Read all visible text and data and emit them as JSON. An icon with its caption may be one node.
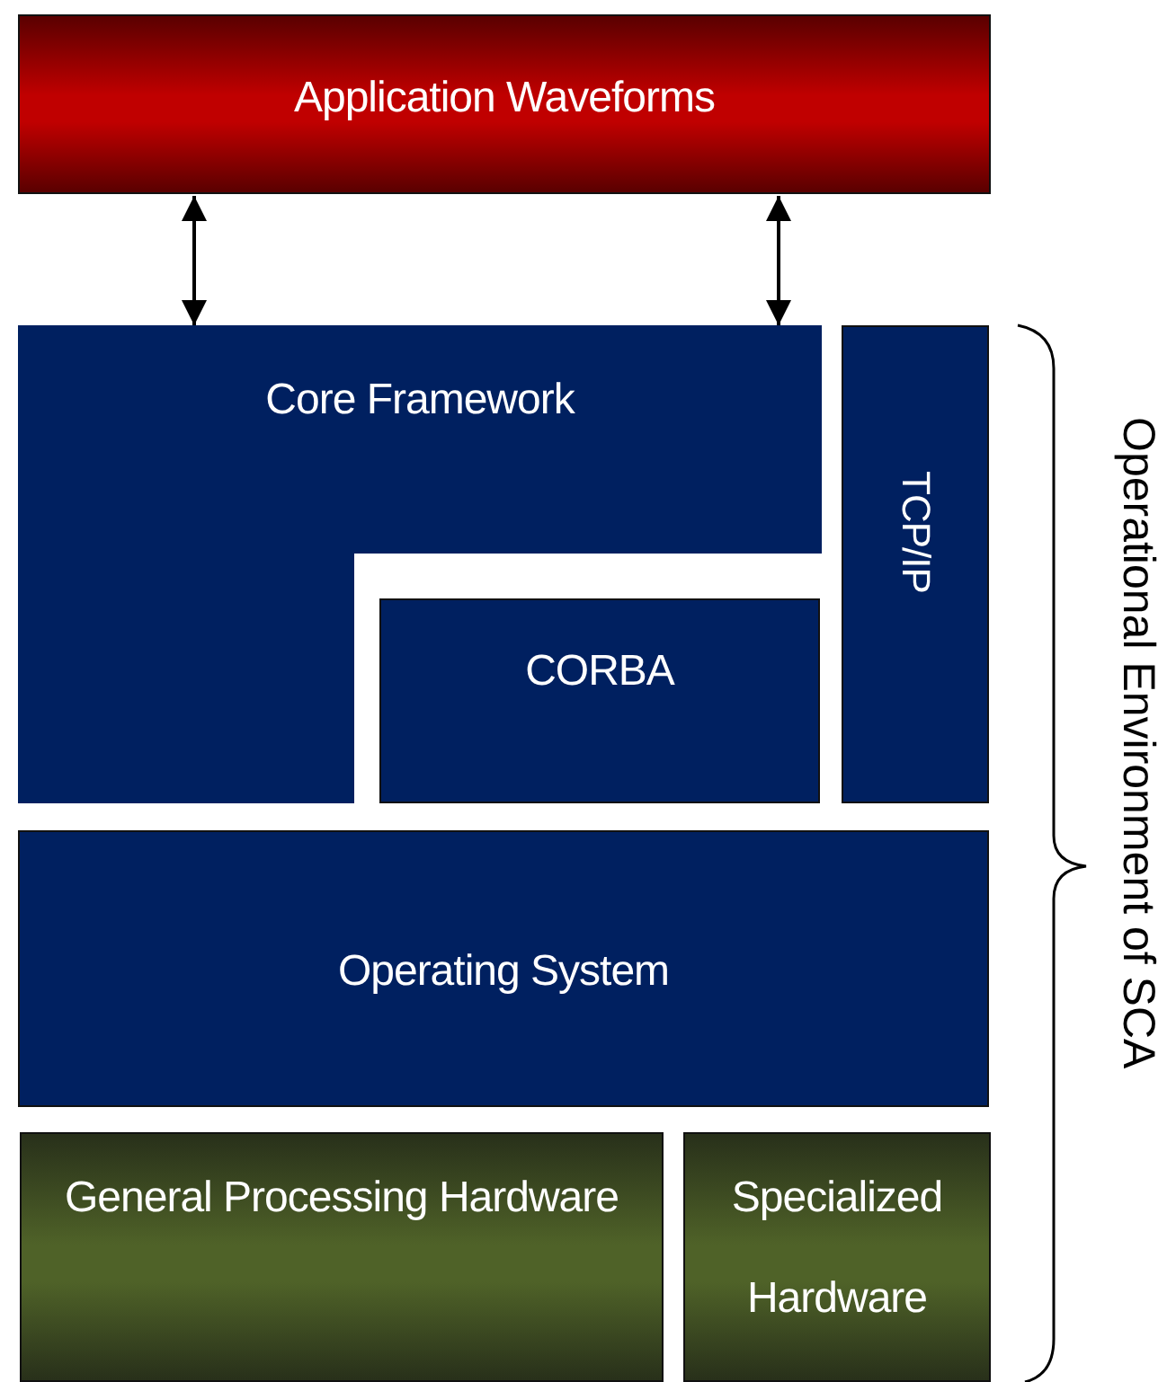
{
  "diagram": {
    "nodes": [
      {
        "text": [
          "Application Waveforms"
        ]
      },
      {
        "text": [
          "Core Framework"
        ]
      },
      {
        "text": [
          "TCP/IP"
        ]
      },
      {
        "text": [
          "CORBA"
        ]
      },
      {
        "text": [
          "Operating System"
        ]
      },
      {
        "text": [
          "General Processing Hardware"
        ]
      },
      {
        "text": [
          "Specialized Hardware"
        ]
      }
    ],
    "edges": [
      {
        "from": 0,
        "to": 1,
        "arrow": "both"
      },
      {
        "from": 0,
        "to": 1,
        "arrow": "both"
      }
    ],
    "labels": [
      "Operational Environment of SCA"
    ]
  }
}
